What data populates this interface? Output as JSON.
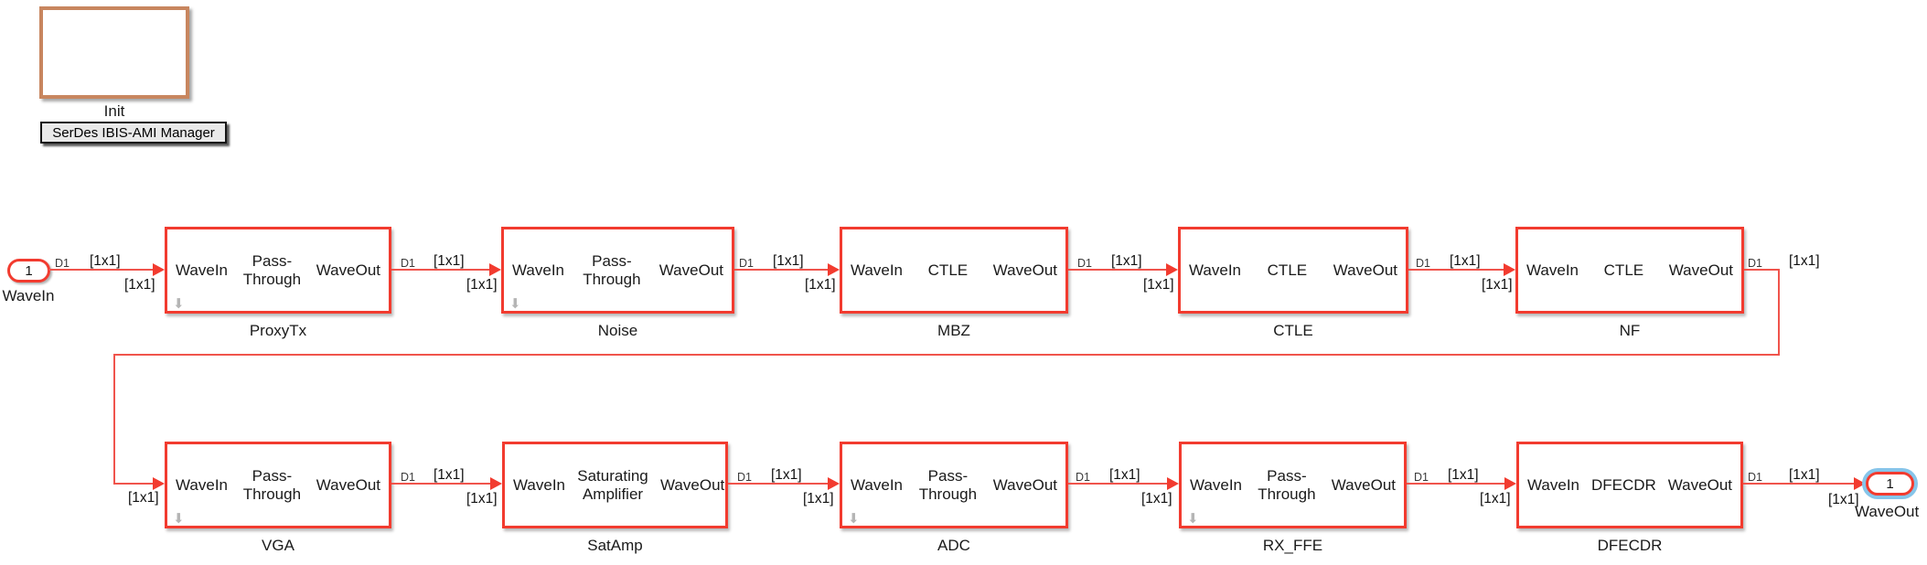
{
  "colors": {
    "block_highlight_red": "#F23B2F",
    "wire_red": "#F0544C",
    "init_border_tan": "#C8865F",
    "button_bg": "#E9E9E9",
    "selection_halo_blue": "#86C5EA",
    "indicator_gray": "#B5B5B5"
  },
  "init_block": {
    "label": "Init"
  },
  "manager_button": {
    "label": "SerDes IBIS-AMI Manager"
  },
  "ports": {
    "input": {
      "number": "1",
      "label": "WaveIn"
    },
    "output": {
      "number": "1",
      "label": "WaveOut"
    }
  },
  "signals": {
    "d1": "D1",
    "dim": "[1x1]"
  },
  "icons": {
    "port_indicator": "⬇"
  },
  "blocks": [
    {
      "name": "ProxyTx",
      "port_in": "WaveIn",
      "function": "Pass-Through",
      "port_out": "WaveOut"
    },
    {
      "name": "Noise",
      "port_in": "WaveIn",
      "function": "Pass-Through",
      "port_out": "WaveOut"
    },
    {
      "name": "MBZ",
      "port_in": "WaveIn",
      "function": "CTLE",
      "port_out": "WaveOut"
    },
    {
      "name": "CTLE",
      "port_in": "WaveIn",
      "function": "CTLE",
      "port_out": "WaveOut"
    },
    {
      "name": "NF",
      "port_in": "WaveIn",
      "function": "CTLE",
      "port_out": "WaveOut"
    },
    {
      "name": "VGA",
      "port_in": "WaveIn",
      "function": "Pass-Through",
      "port_out": "WaveOut"
    },
    {
      "name": "SatAmp",
      "port_in": "WaveIn",
      "function": "Saturating Amplifier",
      "port_out": "WaveOut"
    },
    {
      "name": "ADC",
      "port_in": "WaveIn",
      "function": "Pass-Through",
      "port_out": "WaveOut"
    },
    {
      "name": "RX_FFE",
      "port_in": "WaveIn",
      "function": "Pass-Through",
      "port_out": "WaveOut"
    },
    {
      "name": "DFECDR",
      "port_in": "WaveIn",
      "function": "DFECDR",
      "port_out": "WaveOut"
    }
  ]
}
